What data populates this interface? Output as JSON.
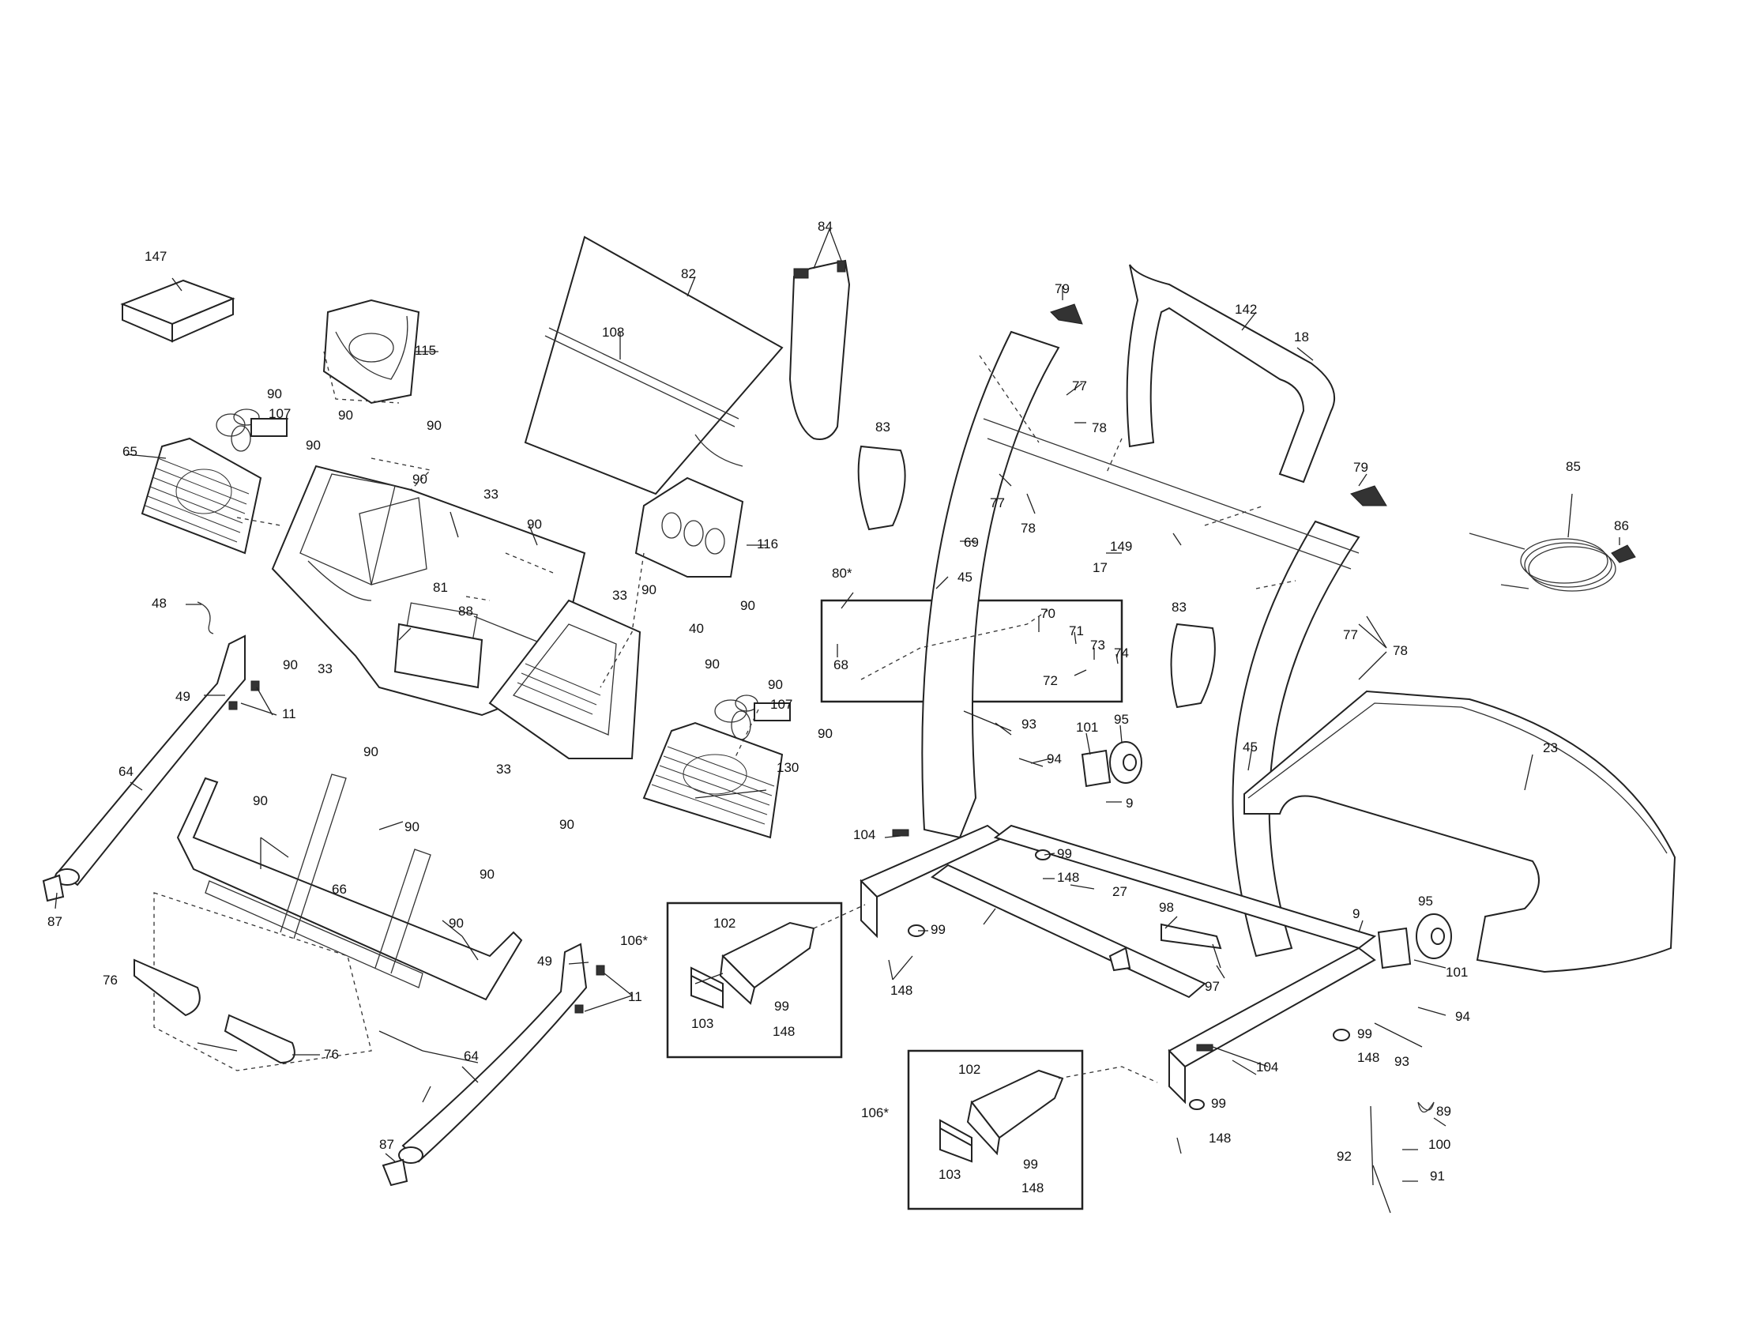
{
  "labels": [
    "147",
    "115",
    "90",
    "90",
    "90",
    "107",
    "90",
    "65",
    "90",
    "33",
    "90",
    "81",
    "88",
    "48",
    "90",
    "33",
    "49",
    "11",
    "64",
    "87",
    "90",
    "33",
    "82",
    "108",
    "84",
    "116",
    "90",
    "33",
    "40",
    "90",
    "90",
    "107",
    "90",
    "130",
    "90",
    "90",
    "90",
    "66",
    "90",
    "90",
    "76",
    "90",
    "76",
    "49",
    "11",
    "64",
    "87",
    "106*",
    "102",
    "103",
    "99",
    "148",
    "83",
    "79",
    "142",
    "18",
    "77",
    "78",
    "77",
    "78",
    "17",
    "149",
    "69",
    "45",
    "80*",
    "68",
    "70",
    "71",
    "73",
    "74",
    "72",
    "93",
    "95",
    "101",
    "94",
    "9",
    "104",
    "99",
    "148",
    "99",
    "148",
    "83",
    "79",
    "85",
    "86",
    "77",
    "78",
    "45",
    "23",
    "27",
    "98",
    "97",
    "9",
    "95",
    "101",
    "94",
    "93",
    "99",
    "148",
    "104",
    "106*",
    "102",
    "103",
    "99",
    "148",
    "99",
    "148",
    "89",
    "92",
    "100",
    "91"
  ]
}
